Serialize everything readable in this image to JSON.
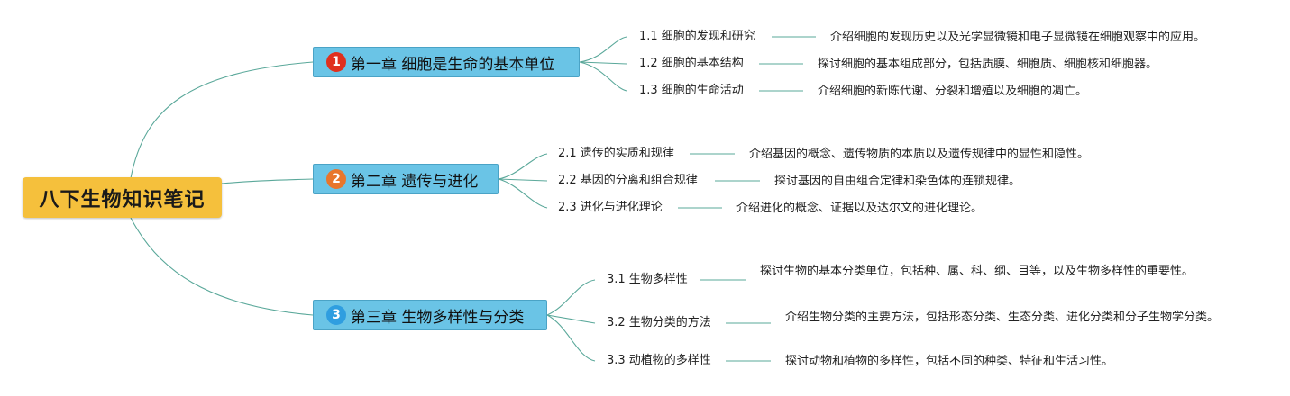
{
  "root": {
    "title": "八下生物知识笔记"
  },
  "chapters": [
    {
      "marker": "1",
      "marker_color": "#e0301e",
      "title": "第一章 细胞是生命的基本单位",
      "sections": [
        {
          "label": "1.1 细胞的发现和研究",
          "desc": "介绍细胞的发现历史以及光学显微镜和电子显微镜在细胞观察中的应用。"
        },
        {
          "label": "1.2 细胞的基本结构",
          "desc": "探讨细胞的基本组成部分，包括质膜、细胞质、细胞核和细胞器。"
        },
        {
          "label": "1.3 细胞的生命活动",
          "desc": "介绍细胞的新陈代谢、分裂和增殖以及细胞的凋亡。"
        }
      ]
    },
    {
      "marker": "2",
      "marker_color": "#e8762c",
      "title": "第二章 遗传与进化",
      "sections": [
        {
          "label": "2.1 遗传的实质和规律",
          "desc": "介绍基因的概念、遗传物质的本质以及遗传规律中的显性和隐性。"
        },
        {
          "label": "2.2 基因的分离和组合规律",
          "desc": "探讨基因的自由组合定律和染色体的连锁规律。"
        },
        {
          "label": "2.3 进化与进化理论",
          "desc": "介绍进化的概念、证据以及达尔文的进化理论。"
        }
      ]
    },
    {
      "marker": "3",
      "marker_color": "#2f9ee0",
      "title": "第三章 生物多样性与分类",
      "sections": [
        {
          "label": "3.1 生物多样性",
          "desc": "探讨生物的基本分类单位，包括种、属、科、纲、目等，以及生物多样性的重要性。"
        },
        {
          "label": "3.2 生物分类的方法",
          "desc": "介绍生物分类的主要方法，包括形态分类、生态分类、进化分类和分子生物学分类。"
        },
        {
          "label": "3.3 动植物的多样性",
          "desc": "探讨动物和植物的多样性，包括不同的种类、特征和生活习性。"
        }
      ]
    }
  ],
  "colors": {
    "line": "#5aa89a",
    "root_bg": "#f5c03c",
    "chapter_bg": "#6ac4e6"
  }
}
